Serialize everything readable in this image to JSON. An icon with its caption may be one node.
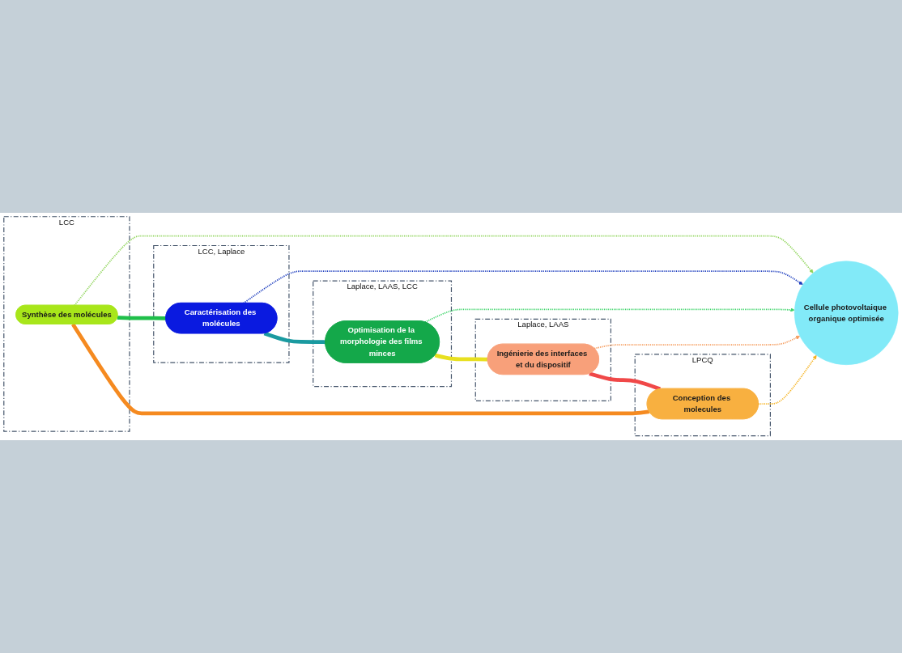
{
  "diagram": {
    "nodes": [
      {
        "text": [
          "LCC"
        ]
      },
      {
        "text": [
          "Synthèse des molécules"
        ],
        "in": 0
      },
      {
        "text": [
          "LCC, Laplace"
        ]
      },
      {
        "text": [
          "Caractérisation des molécules"
        ],
        "in": 2
      },
      {
        "text": [
          "Cellule photovoltaique organique optimisée"
        ]
      },
      {
        "text": [
          "Laplace, LAAS, LCC"
        ]
      },
      {
        "text": [
          "Optimisation de la morphologie des films minces"
        ],
        "in": 5
      },
      {
        "text": [
          "LPCQ"
        ]
      },
      {
        "text": [
          "Conception des molecules"
        ],
        "in": 7
      },
      {
        "text": [
          "Laplace, LAAS"
        ]
      },
      {
        "text": [
          "Ingénierie des interfaces et du dispositif"
        ],
        "in": 9
      }
    ],
    "edges": [
      {
        "from": 1,
        "to": 4,
        "arrow": "to",
        "style": "dashed",
        "color": "#8fd45a"
      },
      {
        "from": 3,
        "to": 4,
        "arrow": "to",
        "style": "dashed",
        "color": "#1f3fbf"
      },
      {
        "from": 6,
        "to": 4,
        "arrow": "to",
        "style": "dashed",
        "color": "#3ed46a"
      },
      {
        "from": 8,
        "to": 4,
        "arrow": "to",
        "style": "dashed",
        "color": "#f5b21f"
      },
      {
        "from": 10,
        "to": 4,
        "arrow": "to",
        "style": "dashed",
        "color": "#f59a5a"
      },
      {
        "from": 1,
        "to": 3,
        "arrow": "none",
        "style": "thick",
        "color": "#1fbf4a"
      },
      {
        "from": 3,
        "to": 6,
        "arrow": "none",
        "style": "thick",
        "color": "#1a9aa0"
      },
      {
        "from": 6,
        "to": 10,
        "arrow": "none",
        "style": "thick",
        "color": "#e8e020"
      },
      {
        "from": 10,
        "to": 8,
        "arrow": "none",
        "style": "thick",
        "color": "#f04848"
      },
      {
        "from": 8,
        "to": 1,
        "arrow": "none",
        "style": "thick",
        "color": "#f58a20"
      }
    ]
  }
}
